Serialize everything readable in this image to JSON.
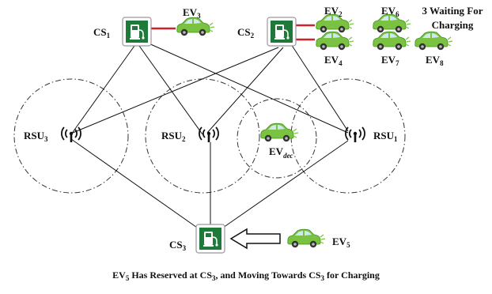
{
  "stations": {
    "cs1": {
      "name": "CS",
      "sub": "1"
    },
    "cs2": {
      "name": "CS",
      "sub": "2"
    },
    "cs3": {
      "name": "CS",
      "sub": "3"
    }
  },
  "rsus": {
    "rsu1": {
      "name": "RSU",
      "sub": "1"
    },
    "rsu2": {
      "name": "RSU",
      "sub": "2"
    },
    "rsu3": {
      "name": "RSU",
      "sub": "3"
    }
  },
  "vehicles": {
    "ev2": {
      "name": "EV",
      "sub": "2"
    },
    "ev3": {
      "name": "EV",
      "sub": "3"
    },
    "ev4": {
      "name": "EV",
      "sub": "4"
    },
    "ev5": {
      "name": "EV",
      "sub": "5"
    },
    "ev6": {
      "name": "EV",
      "sub": "6"
    },
    "ev7": {
      "name": "EV",
      "sub": "7"
    },
    "ev8": {
      "name": "EV",
      "sub": "8"
    },
    "evdec": {
      "name": "EV",
      "sub": "dec"
    }
  },
  "waiting_note": {
    "line1": "3 Waiting For",
    "line2": "Charging"
  },
  "caption": {
    "part1": "EV",
    "sub1": "5",
    "part2": " Has Reserved at CS",
    "sub2": "3",
    "part3": ", and Moving Towards CS",
    "sub3": "3",
    "part4": " for Charging"
  },
  "colors": {
    "station_green": "#1f7a3a",
    "plug_red": "#d4202a",
    "car_green": "#7cc242",
    "car_dark": "#3f8f1e",
    "line": "#111111"
  }
}
